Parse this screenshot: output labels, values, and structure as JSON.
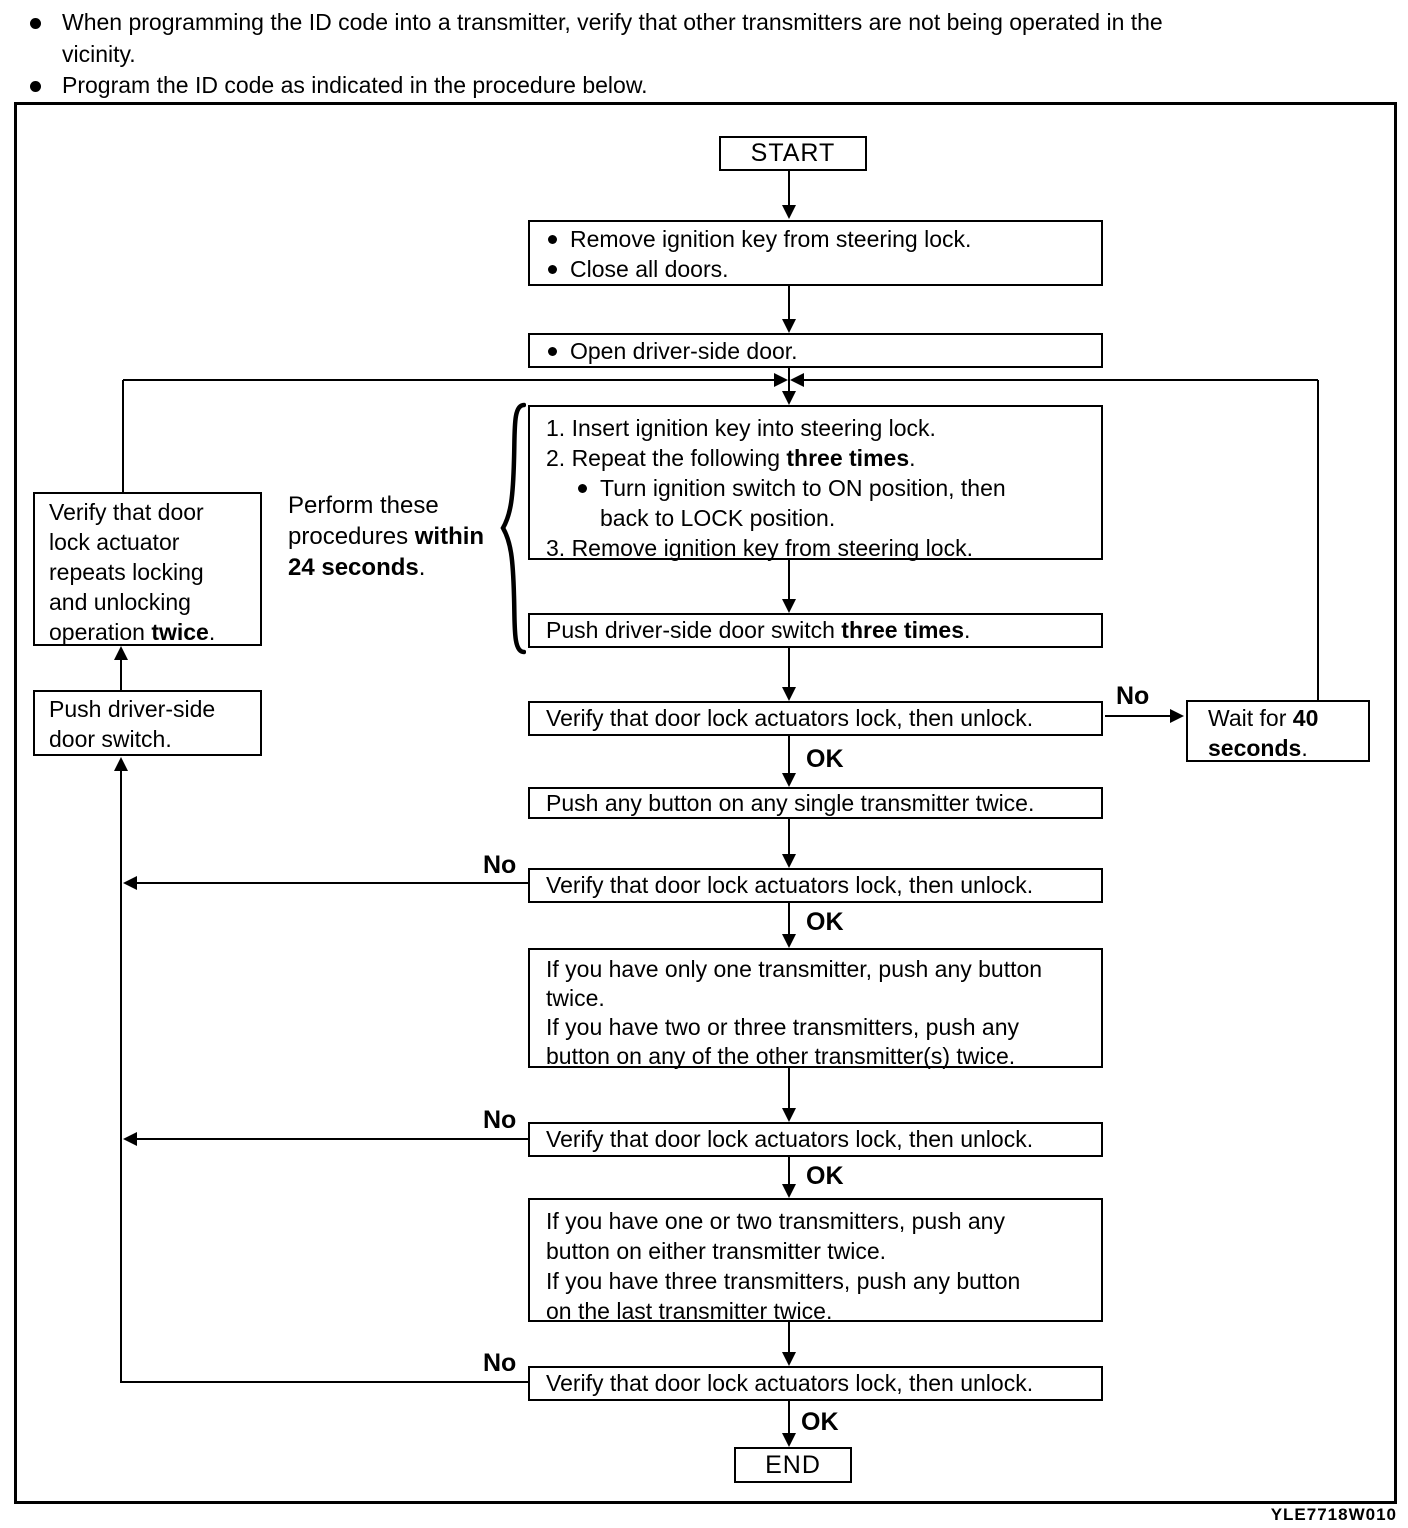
{
  "notes": {
    "bullet1_line1": "When programming the ID code into a transmitter, verify that other transmitters are not being operated in the",
    "bullet1_line2": "vicinity.",
    "bullet2": "Program the ID code as indicated in the procedure below."
  },
  "flow": {
    "start_label": "START",
    "end_label": "END",
    "step_remove_close": {
      "line1": "Remove ignition key from steering lock.",
      "line2": "Close all doors."
    },
    "step_open_door": "Open driver-side door.",
    "key_cycle": {
      "l1": "1. Insert ignition key into steering lock.",
      "l2_pre": "2. Repeat the following ",
      "l2_bold": "three times",
      "l2_post": ".",
      "l3": "Turn ignition switch to ON position, then",
      "l4": "back to LOCK position.",
      "l5": "3. Remove ignition key from steering lock."
    },
    "brace_note": {
      "l1": "Perform these",
      "l2_pre": "procedures ",
      "l2_bold": "within",
      "l3_bold": "24 seconds",
      "l3_post": "."
    },
    "push_switch_three": {
      "pre": "Push driver-side door switch ",
      "bold": "three times",
      "post": "."
    },
    "verify_lock_unlock": "Verify that door lock actuators lock, then unlock.",
    "wait_40": {
      "l1_pre": "Wait for ",
      "l1_bold": "40",
      "l2_bold": "seconds",
      "l2_post": "."
    },
    "push_any_single": "Push any button on any single transmitter twice.",
    "one_transmitter": {
      "l1": "If you have only one transmitter, push any button",
      "l2": "twice.",
      "l3": "If you have two or three transmitters, push any",
      "l4": "button on any of the other transmitter(s) twice."
    },
    "one_or_two": {
      "l1": "If you have one or two transmitters, push any",
      "l2": "button on either transmitter twice.",
      "l3": "If you have three transmitters, push any button",
      "l4": "on the last transmitter twice."
    },
    "verify_actuator": {
      "l1": "Verify that door",
      "l2": "lock actuator",
      "l3": "repeats locking",
      "l4": "and unlocking",
      "l5_pre": "operation ",
      "l5_bold": "twice",
      "l5_post": "."
    },
    "push_switch": {
      "l1": "Push driver-side",
      "l2": "door switch."
    },
    "label_no": "No",
    "label_ok": "OK",
    "figure_code": "YLE7718W010"
  }
}
